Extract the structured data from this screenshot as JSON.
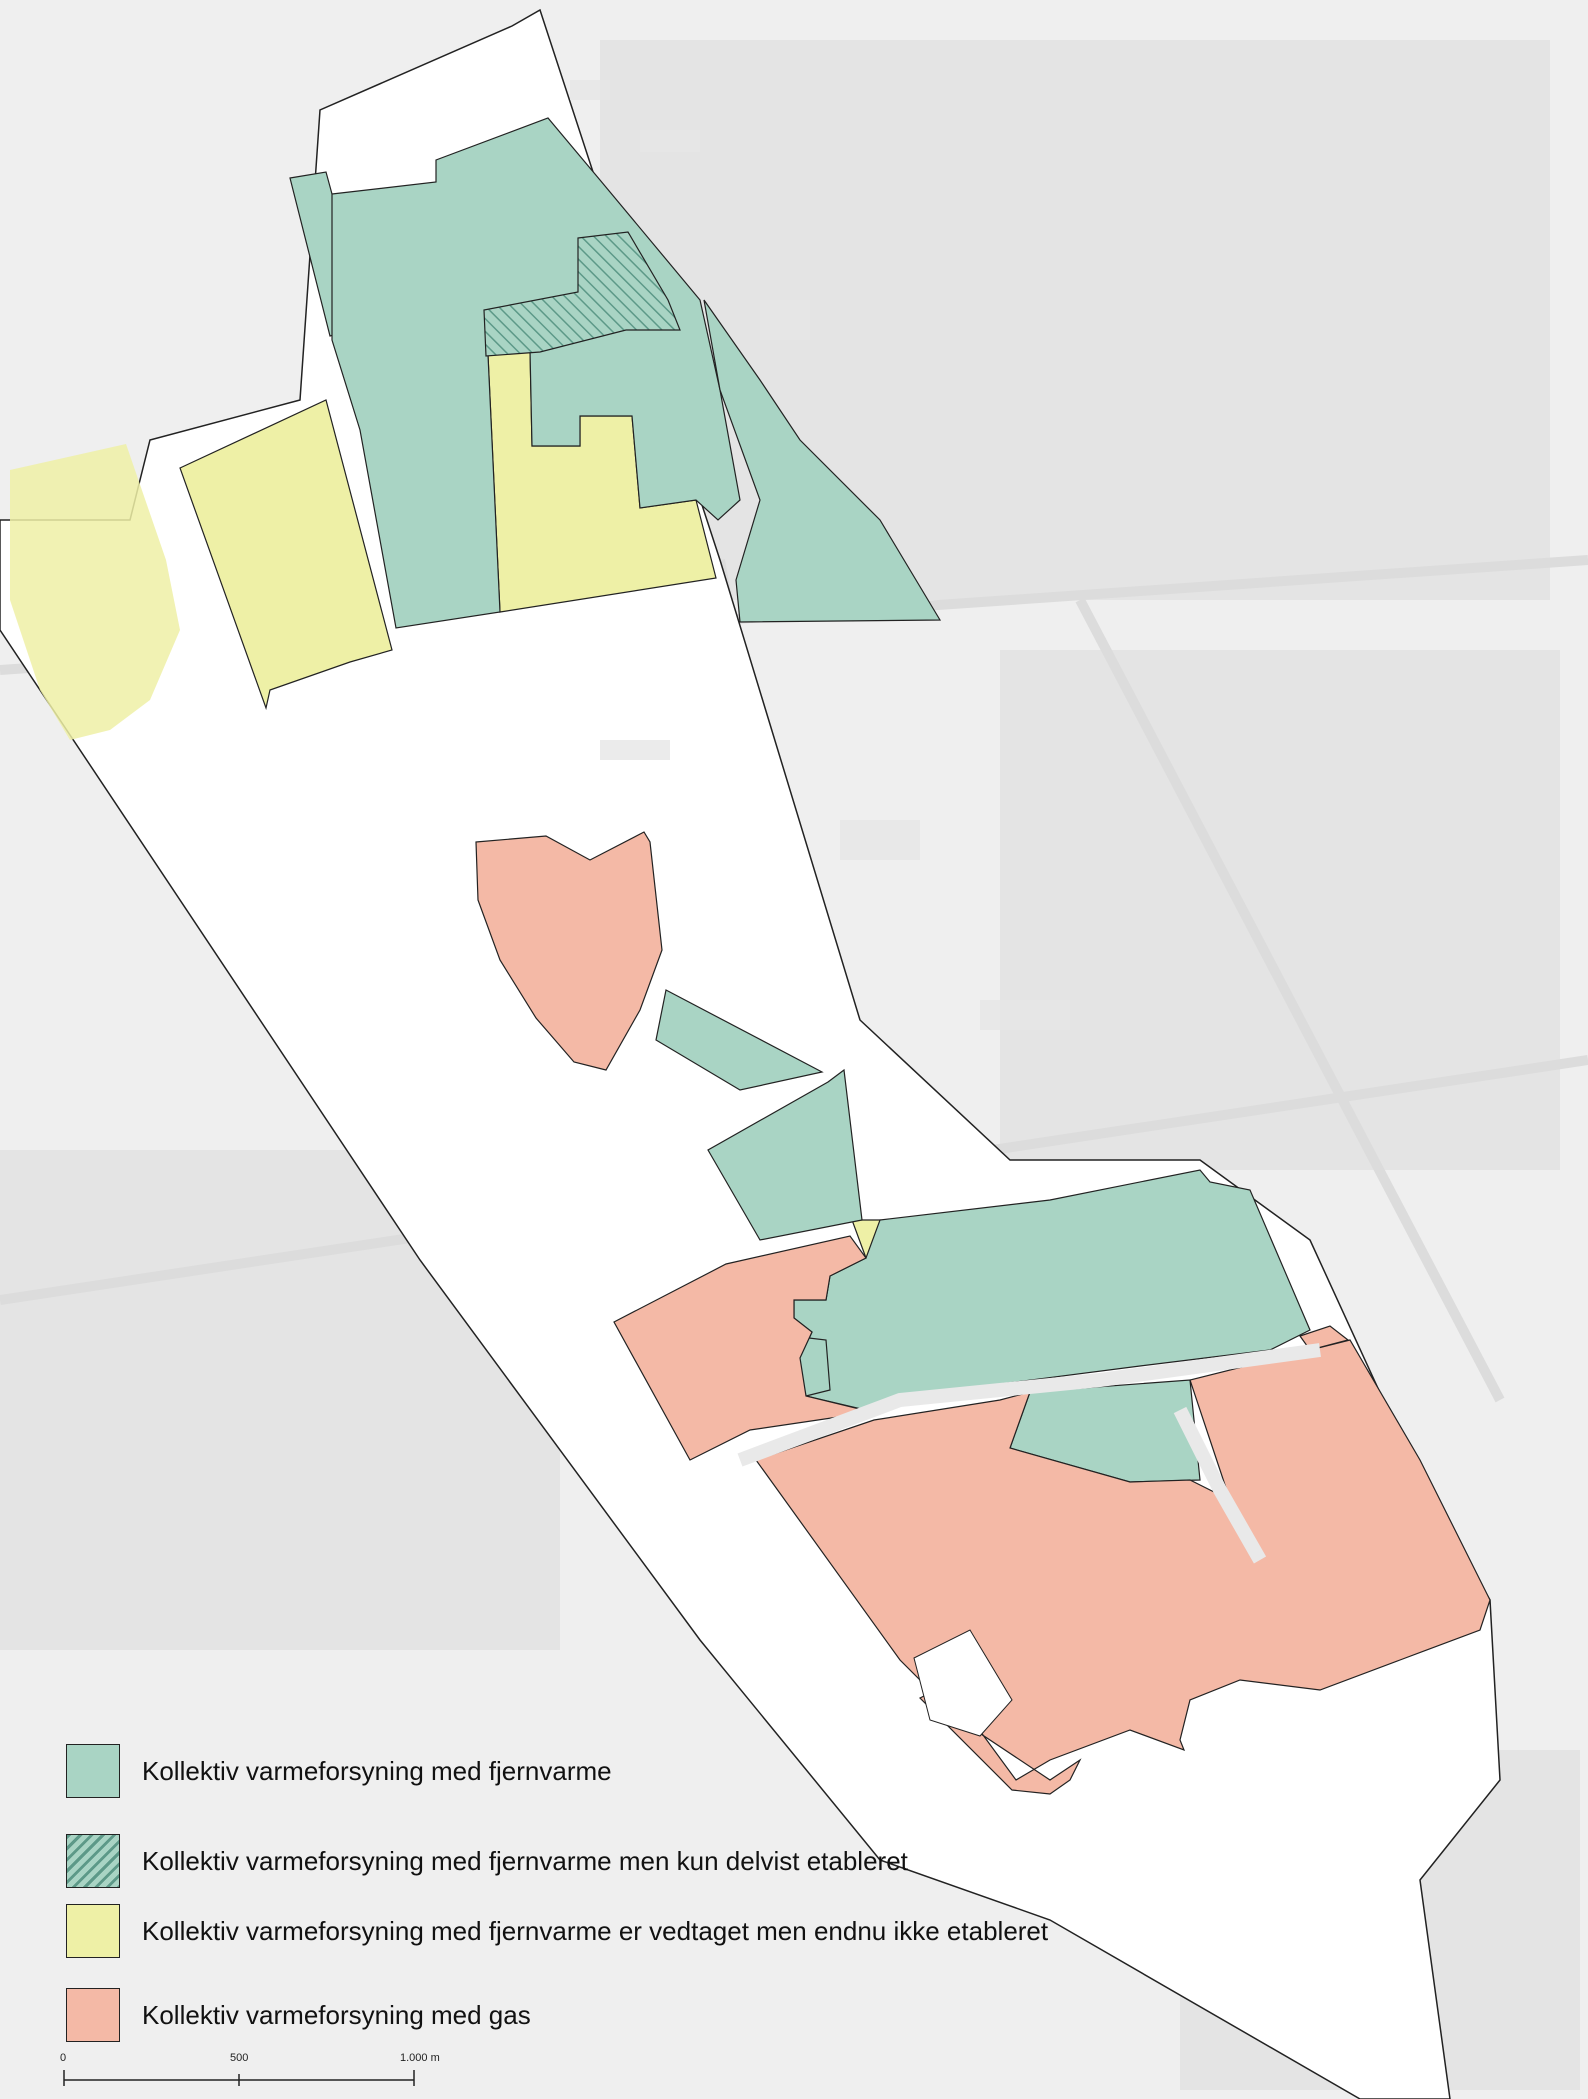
{
  "colors": {
    "fjernvarme": "#a9d4c4",
    "fjernvarme_hatch": "#5d9988",
    "vedtaget": "#eef0a6",
    "gas": "#f4b9a6"
  },
  "legend": {
    "items": [
      {
        "key": "fjernvarme",
        "label": "Kollektiv varmeforsyning med fjernvarme",
        "swatch": "solid-green"
      },
      {
        "key": "delvist",
        "label": "Kollektiv varmeforsyning med fjernvarme men kun delvist etableret",
        "swatch": "hatched-green"
      },
      {
        "key": "vedtaget",
        "label": "Kollektiv varmeforsyning med fjernvarme er vedtaget men endnu ikke etableret",
        "swatch": "solid-yellow"
      },
      {
        "key": "gas",
        "label": "Kollektiv varmeforsyning med gas",
        "swatch": "solid-salmon"
      }
    ]
  },
  "scalebar": {
    "ticks": [
      "0",
      "500",
      "1.000 m"
    ]
  }
}
